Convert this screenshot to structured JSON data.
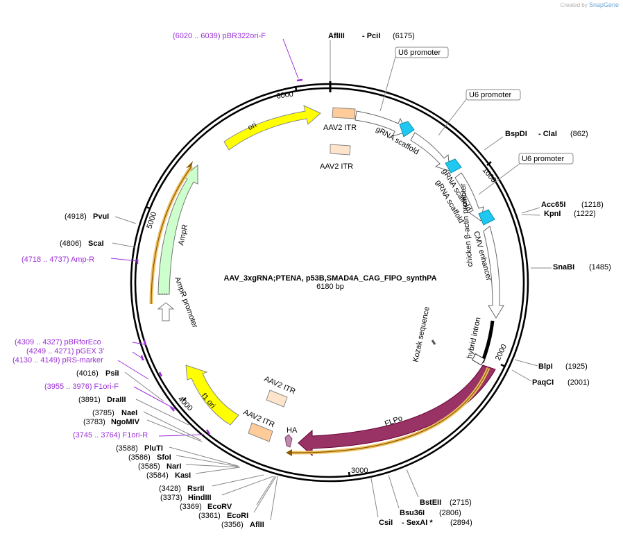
{
  "credit": {
    "prefix": "Created by",
    "brand": "SnapGene"
  },
  "plasmid": {
    "name": "AAV_3xgRNA;PTENA, p53B,SMAD4A_CAG_FlPO_synthPA",
    "size": "6180 bp"
  },
  "ticks": [
    "1000",
    "2000",
    "3000",
    "4000",
    "5000",
    "6000"
  ],
  "sites": [
    {
      "enzyme": "AflIII",
      "suffix": "- PciI",
      "pos": "(6175)"
    },
    {
      "enzyme": "BspDI",
      "suffix": "- ClaI",
      "pos": "(862)"
    },
    {
      "enzyme": "Acc65I",
      "suffix": "",
      "pos": "(1218)"
    },
    {
      "enzyme": "KpnI",
      "suffix": "",
      "pos": "(1222)"
    },
    {
      "enzyme": "SnaBI",
      "suffix": "",
      "pos": "(1485)"
    },
    {
      "enzyme": "BlpI",
      "suffix": "",
      "pos": "(1925)"
    },
    {
      "enzyme": "PaqCI",
      "suffix": "",
      "pos": "(2001)"
    },
    {
      "enzyme": "BstEII",
      "suffix": "",
      "pos": "(2715)"
    },
    {
      "enzyme": "Bsu36I",
      "suffix": "",
      "pos": "(2806)"
    },
    {
      "enzyme": "CsiI",
      "suffix": "- SexAI *",
      "pos": "(2894)"
    },
    {
      "enzyme": "AflII",
      "suffix": "",
      "pos": "(3356)"
    },
    {
      "enzyme": "EcoRI",
      "suffix": "",
      "pos": "(3361)"
    },
    {
      "enzyme": "EcoRV",
      "suffix": "",
      "pos": "(3369)"
    },
    {
      "enzyme": "HindIII",
      "suffix": "",
      "pos": "(3373)"
    },
    {
      "enzyme": "RsrII",
      "suffix": "",
      "pos": "(3428)"
    },
    {
      "enzyme": "KasI",
      "suffix": "",
      "pos": "(3584)"
    },
    {
      "enzyme": "NarI",
      "suffix": "",
      "pos": "(3585)"
    },
    {
      "enzyme": "SfoI",
      "suffix": "",
      "pos": "(3586)"
    },
    {
      "enzyme": "PluTI",
      "suffix": "",
      "pos": "(3588)"
    },
    {
      "enzyme": "NgoMIV",
      "suffix": "",
      "pos": "(3783)"
    },
    {
      "enzyme": "NaeI",
      "suffix": "",
      "pos": "(3785)"
    },
    {
      "enzyme": "DraIII",
      "suffix": "",
      "pos": "(3891)"
    },
    {
      "enzyme": "PsiI",
      "suffix": "",
      "pos": "(4016)"
    },
    {
      "enzyme": "ScaI",
      "suffix": "",
      "pos": "(4806)"
    },
    {
      "enzyme": "PvuI",
      "suffix": "",
      "pos": "(4918)"
    }
  ],
  "primers": [
    {
      "label": "(6020 .. 6039)  pBR322ori-F"
    },
    {
      "label": "(4718 .. 4737)  Amp-R"
    },
    {
      "label": "(4309 .. 4327)  pBRforEco"
    },
    {
      "label": "(4249 .. 4271)  pGEX 3'"
    },
    {
      "label": "(4130 .. 4149)  pRS-marker"
    },
    {
      "label": "(3955 .. 3976)  F1ori-F"
    },
    {
      "label": "(3745 .. 3764)  F1ori-R"
    }
  ],
  "features": {
    "u6_1": "U6 promoter",
    "u6_2": "U6 promoter",
    "u6_3": "U6 promoter",
    "itr_top_1": "AAV2 ITR",
    "itr_top_2": "AAV2 ITR",
    "itr_bot_1": "AAV2 ITR",
    "itr_bot_2": "AAV2 ITR",
    "scaffold_1": "gRNA scaffold",
    "scaffold_2": "gRNA scaffold",
    "scaffold_3": "gRNA scaffold",
    "cmv": "CMV enhancer",
    "cba": "chicken β-actin promoter",
    "intron": "hybrid intron",
    "kozak": "Kozak sequence",
    "flpo": "FLPo",
    "ha": "HA",
    "ori": "ori",
    "ampr": "AmpR",
    "ampr_promoter": "AmpR promoter",
    "f1ori": "f1 ori"
  },
  "colors": {
    "backbone": "#000000",
    "ori": "#ffff00",
    "ampr": "#ccffcc",
    "flpo": "#993366",
    "itr": "#ffcc99",
    "scaffold_tip": "#1ec8f0",
    "primer": "#9b30d9",
    "orf": "#f0c060"
  }
}
